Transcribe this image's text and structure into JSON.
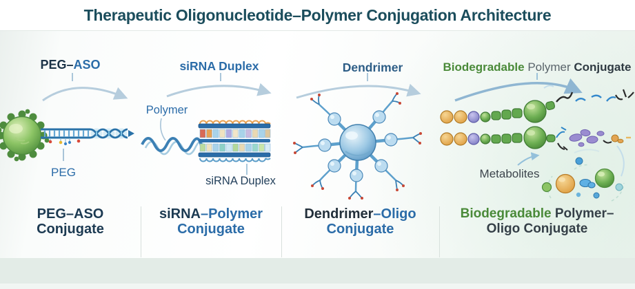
{
  "title": "Therapeutic Oligonucleotide–Polymer Conjugation Architecture",
  "colors": {
    "title_teal": "#1b4d5c",
    "accent_blue": "#2b6ca8",
    "dark_navy": "#1c3a52",
    "green": "#4a8a39",
    "arrow_light": "#b6cddd"
  },
  "panels": {
    "peg_aso": {
      "header_peg": "PEG–",
      "header_aso": "ASO",
      "peg_annotation": "PEG",
      "caption_main": "PEG–ASO",
      "caption_sub": "Conjugate"
    },
    "sirna_polymer": {
      "header": "siRNA Duplex",
      "polymer_annotation": "Polymer",
      "duplex_annotation": "siRNA Duplex",
      "caption_dark": "siRNA",
      "caption_blue": "–Polymer",
      "caption_sub": "Conjugate"
    },
    "dendrimer": {
      "header": "Dendrimer",
      "caption_dark": "Dendrimer",
      "caption_blue": "–Oligo",
      "caption_sub": "Conjugate"
    },
    "biodegradable": {
      "header_green": "Biodegradable",
      "header_gray": " Polymer ",
      "header_dark": "Conjugate",
      "metabolites_annotation": "Metabolites",
      "caption_green": "Biodegradable",
      "caption_dark": " Polymer–",
      "caption_sub": "Oligo Conjugate"
    }
  }
}
